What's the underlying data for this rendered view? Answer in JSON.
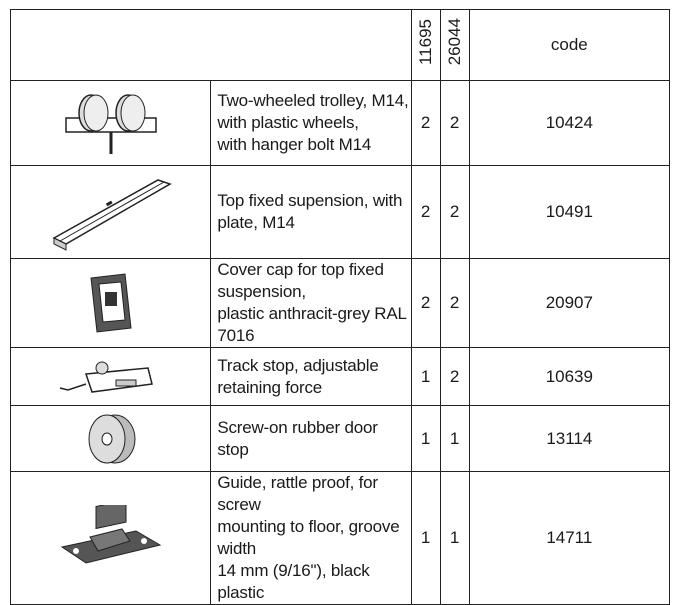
{
  "header": {
    "col1": "11695",
    "col2": "26044",
    "code": "code"
  },
  "rows": [
    {
      "icon": "trolley-icon",
      "lines": [
        "Two-wheeled trolley, M14,",
        "with plastic wheels,",
        "with hanger bolt M14"
      ],
      "q1": "2",
      "q2": "2",
      "code": "10424"
    },
    {
      "icon": "suspension-profile-icon",
      "lines": [
        "Top fixed supension, with plate, M14"
      ],
      "q1": "2",
      "q2": "2",
      "code": "10491"
    },
    {
      "icon": "cover-cap-icon",
      "lines": [
        "Cover cap for top fixed suspension,",
        "plastic anthracit-grey RAL 7016"
      ],
      "q1": "2",
      "q2": "2",
      "code": "20907"
    },
    {
      "icon": "track-stop-icon",
      "lines": [
        "Track stop, adjustable retaining force"
      ],
      "q1": "1",
      "q2": "2",
      "code": "10639"
    },
    {
      "icon": "rubber-door-stop-icon",
      "lines": [
        "Screw-on rubber door stop"
      ],
      "q1": "1",
      "q2": "1",
      "code": "13114"
    },
    {
      "icon": "floor-guide-icon",
      "lines": [
        "Guide, rattle proof, for screw",
        "mounting to floor, groove width",
        "14 mm (9/16\"), black plastic"
      ],
      "q1": "1",
      "q2": "1",
      "code": "14711"
    }
  ]
}
